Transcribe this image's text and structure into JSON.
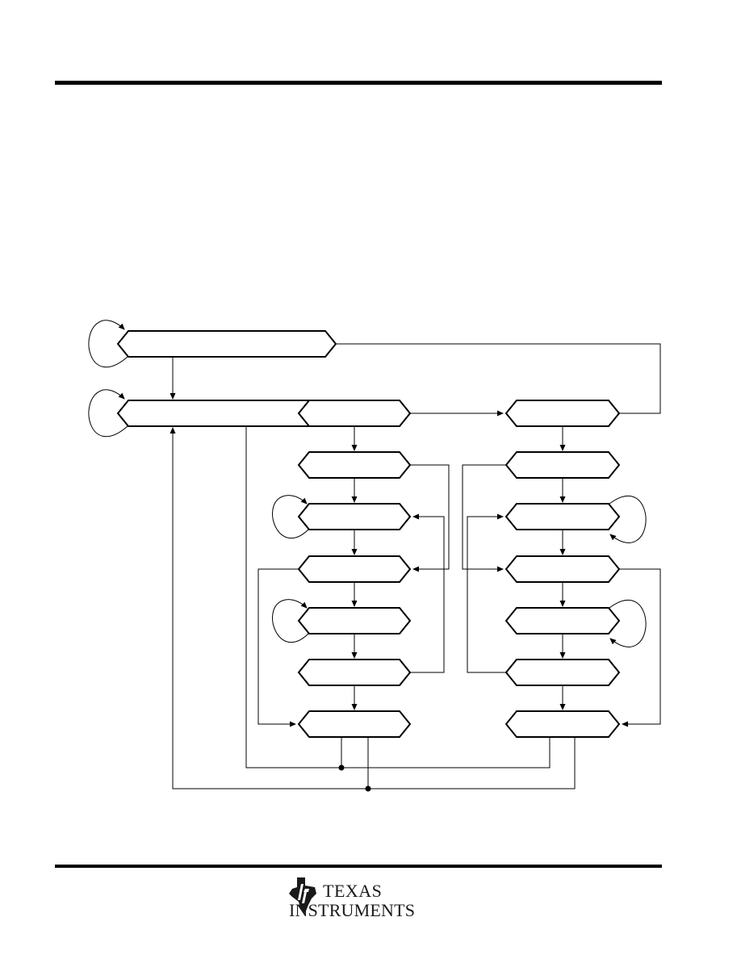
{
  "footer": {
    "logo": {
      "line1": "TEXAS",
      "line2": "INSTRUMENTS"
    }
  },
  "diagram": {
    "states": [
      {
        "id": "s0",
        "label": ""
      },
      {
        "id": "s1",
        "label": ""
      },
      {
        "id": "s2",
        "label": ""
      },
      {
        "id": "s3",
        "label": ""
      },
      {
        "id": "s4",
        "label": ""
      },
      {
        "id": "s5",
        "label": ""
      },
      {
        "id": "s6",
        "label": ""
      },
      {
        "id": "s7",
        "label": ""
      },
      {
        "id": "s8",
        "label": ""
      },
      {
        "id": "s9",
        "label": ""
      },
      {
        "id": "s10",
        "label": ""
      },
      {
        "id": "s11",
        "label": ""
      },
      {
        "id": "s12",
        "label": ""
      },
      {
        "id": "s13",
        "label": ""
      },
      {
        "id": "s14",
        "label": ""
      },
      {
        "id": "s15",
        "label": ""
      }
    ]
  }
}
